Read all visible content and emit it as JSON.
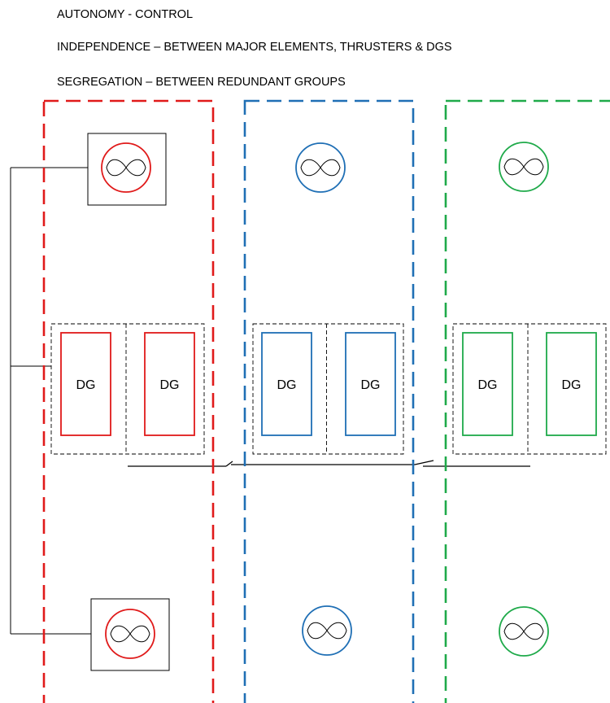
{
  "headers": {
    "autonomy": "AUTONOMY - CONTROL",
    "independence": "INDEPENDENCE – BETWEEN MAJOR ELEMENTS, THRUSTERS & DGS",
    "segregation": "SEGREGATION – BETWEEN REDUNDANT GROUPS"
  },
  "groups": [
    {
      "id": "red",
      "color": "#e01a1a",
      "dg_labels": [
        "DG",
        "DG"
      ],
      "thrusters_boxed": true
    },
    {
      "id": "blue",
      "color": "#1f6fb5",
      "dg_labels": [
        "DG",
        "DG"
      ],
      "thrusters_boxed": false
    },
    {
      "id": "green",
      "color": "#1faa4a",
      "dg_labels": [
        "DG",
        "DG"
      ],
      "thrusters_boxed": false
    }
  ],
  "colors": {
    "line": "#000000",
    "dashed_inner": "#000000"
  }
}
